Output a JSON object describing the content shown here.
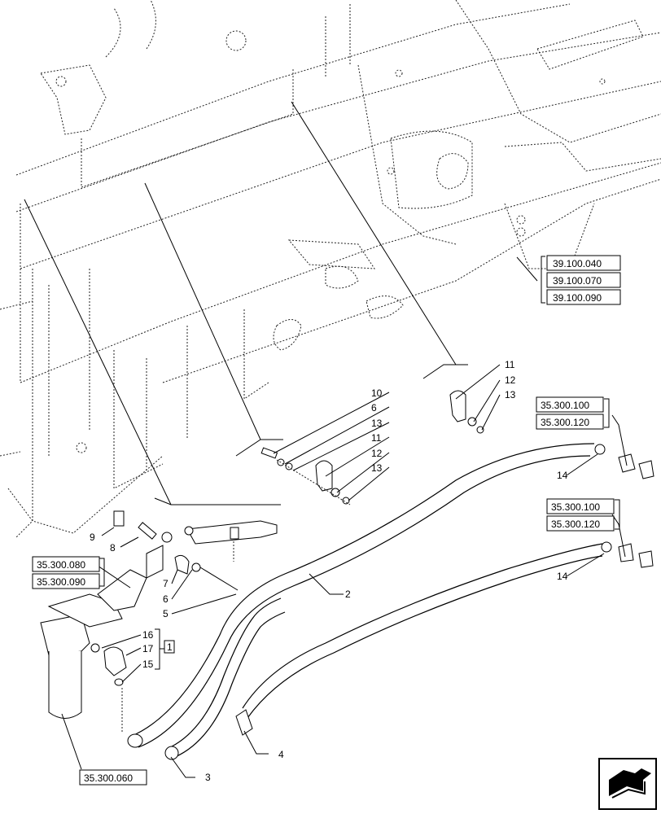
{
  "diagram": {
    "callouts": {
      "c1": "1",
      "c2": "2",
      "c3": "3",
      "c4": "4",
      "c5": "5",
      "c6a": "6",
      "c6b": "6",
      "c7": "7",
      "c8": "8",
      "c9": "9",
      "c10": "10",
      "c11a": "11",
      "c11b": "11",
      "c12a": "12",
      "c12b": "12",
      "c13a": "13",
      "c13b": "13",
      "c13c": "13",
      "c14a": "14",
      "c14b": "14",
      "c15": "15",
      "c16": "16",
      "c17": "17"
    },
    "references": {
      "r39_040": "39.100.040",
      "r39_070": "39.100.070",
      "r39_090": "39.100.090",
      "r35_100a": "35.300.100",
      "r35_120a": "35.300.120",
      "r35_100b": "35.300.100",
      "r35_120b": "35.300.120",
      "r35_080": "35.300.080",
      "r35_090": "35.300.090",
      "r35_060": "35.300.060"
    },
    "nav_icon": "next-page-arrow-icon"
  }
}
